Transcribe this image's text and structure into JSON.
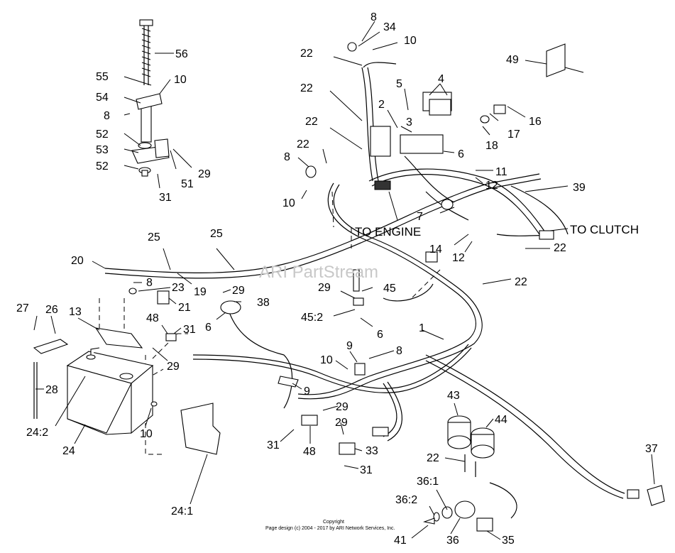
{
  "labels": {
    "l8a": "8",
    "l34": "34",
    "l10a": "10",
    "l56": "56",
    "l55": "55",
    "l10b": "10",
    "l54": "54",
    "l8b": "8",
    "l52a": "52",
    "l53": "53",
    "l52b": "52",
    "l51": "51",
    "l29a": "29",
    "l31a": "31",
    "l22a": "22",
    "l4": "4",
    "l5": "5",
    "l2": "2",
    "l3": "3",
    "l22b": "22",
    "l22c": "22",
    "l6a": "6",
    "l22d": "22",
    "l8c": "8",
    "l10c": "10",
    "l49": "49",
    "l16": "16",
    "l17": "17",
    "l18": "18",
    "l11": "11",
    "l12a": "12",
    "l39": "39",
    "l7": "7",
    "l14": "14",
    "l12b": "12",
    "l22e": "22",
    "l25a": "25",
    "l25b": "25",
    "l20": "20",
    "l8d": "8",
    "l23": "23",
    "l19": "19",
    "l21": "21",
    "l29b": "29",
    "l38": "38",
    "l6b": "6",
    "l29c": "29",
    "l45": "45",
    "l452": "45:2",
    "l6c": "6",
    "l22f": "22",
    "l27": "27",
    "l26": "26",
    "l13": "13",
    "l48a": "48",
    "l31b": "31",
    "l29d": "29",
    "l1": "1",
    "l9a": "9",
    "l10d": "10",
    "l8e": "8",
    "l9b": "9",
    "l28": "28",
    "l242": "24:2",
    "l24": "24",
    "l10e": "10",
    "l29e": "29",
    "l31c": "31",
    "l48b": "48",
    "l29f": "29",
    "l33": "33",
    "l31d": "31",
    "l43": "43",
    "l44": "44",
    "l22g": "22",
    "l37": "37",
    "l241": "24:1",
    "l361": "36:1",
    "l362": "36:2",
    "l41": "41",
    "l36": "36",
    "l35": "35"
  },
  "callouts": {
    "to_engine": "TO ENGINE",
    "to_clutch": "TO CLUTCH"
  },
  "watermark": "ARI PartStream",
  "copyright": {
    "line1": "Copyright",
    "line2": "Page design (c) 2004 - 2017 by ARI Network Services, Inc."
  }
}
